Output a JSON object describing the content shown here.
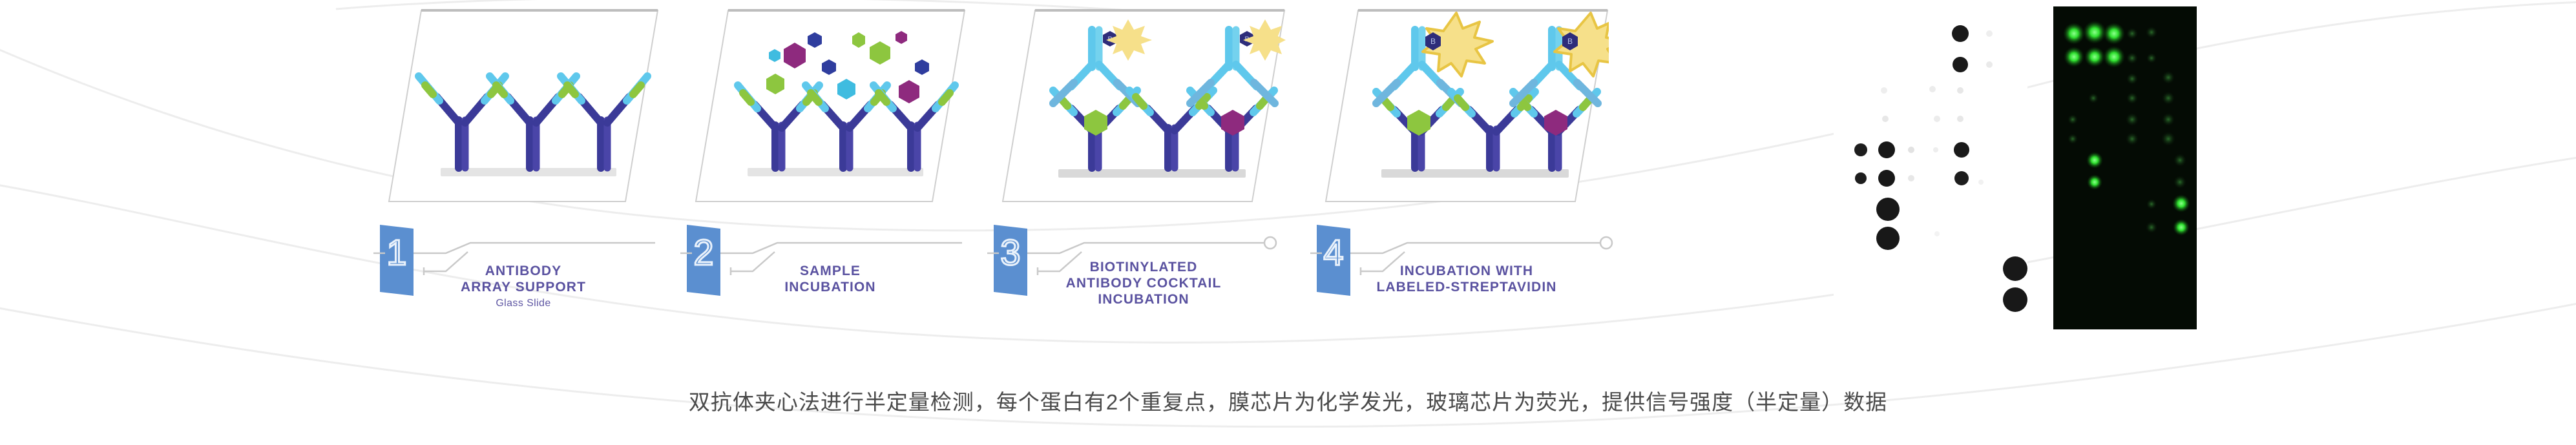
{
  "steps": [
    {
      "number": "1",
      "title_lines": [
        "ANTIBODY",
        "ARRAY SUPPORT"
      ],
      "subtitle": "Glass Slide",
      "icon": "capture-antibody-array-icon"
    },
    {
      "number": "2",
      "title_lines": [
        "SAMPLE",
        "INCUBATION"
      ],
      "subtitle": "",
      "icon": "sample-antigen-incubation-icon"
    },
    {
      "number": "3",
      "title_lines": [
        "BIOTINYLATED",
        "ANTIBODY COCKTAIL",
        "INCUBATION"
      ],
      "subtitle": "",
      "icon": "biotinylated-detection-antibody-icon"
    },
    {
      "number": "4",
      "title_lines": [
        "INCUBATION WITH",
        "LABELED-STREPTAVIDIN"
      ],
      "subtitle": "",
      "icon": "labeled-streptavidin-icon"
    }
  ],
  "arrays": [
    {
      "name": "membrane-chemiluminescence-array",
      "mode": "chemiluminescence",
      "background": "#ffffff",
      "spot_color": "#0d0d0d"
    },
    {
      "name": "glass-fluorescence-array",
      "mode": "fluorescence",
      "background": "#050d05",
      "spot_color": "#2bdb2b"
    }
  ],
  "bottom_caption": "双抗体夹心法进行半定量检测，每个蛋白有2个重复点，膜芯片为化学发光，玻璃芯片为荧光，提供信号强度（半定量）数据",
  "colors": {
    "badge_blue": "#5b8fd0",
    "caption_purple": "#5a52a0",
    "antibody_dark_blue": "#3b3a98",
    "antibody_light_blue": "#5fc8ec",
    "antibody_green": "#8dc63f",
    "antigen_magenta": "#8e2a7e",
    "antigen_green": "#8dc63f",
    "antigen_blue": "#2f3d9e",
    "antigen_cyan": "#3fbce0",
    "biotin_navy": "#2e2d7a",
    "streptavidin_yellow": "#f6e08a",
    "streptavidin_outline": "#e8c544",
    "slide_bar": "#e4e4e4",
    "frame_line": "#c9c9c9",
    "bottom_text": "#4a4a4a"
  },
  "bg_decoration": "faint-grey-swoosh-curves"
}
